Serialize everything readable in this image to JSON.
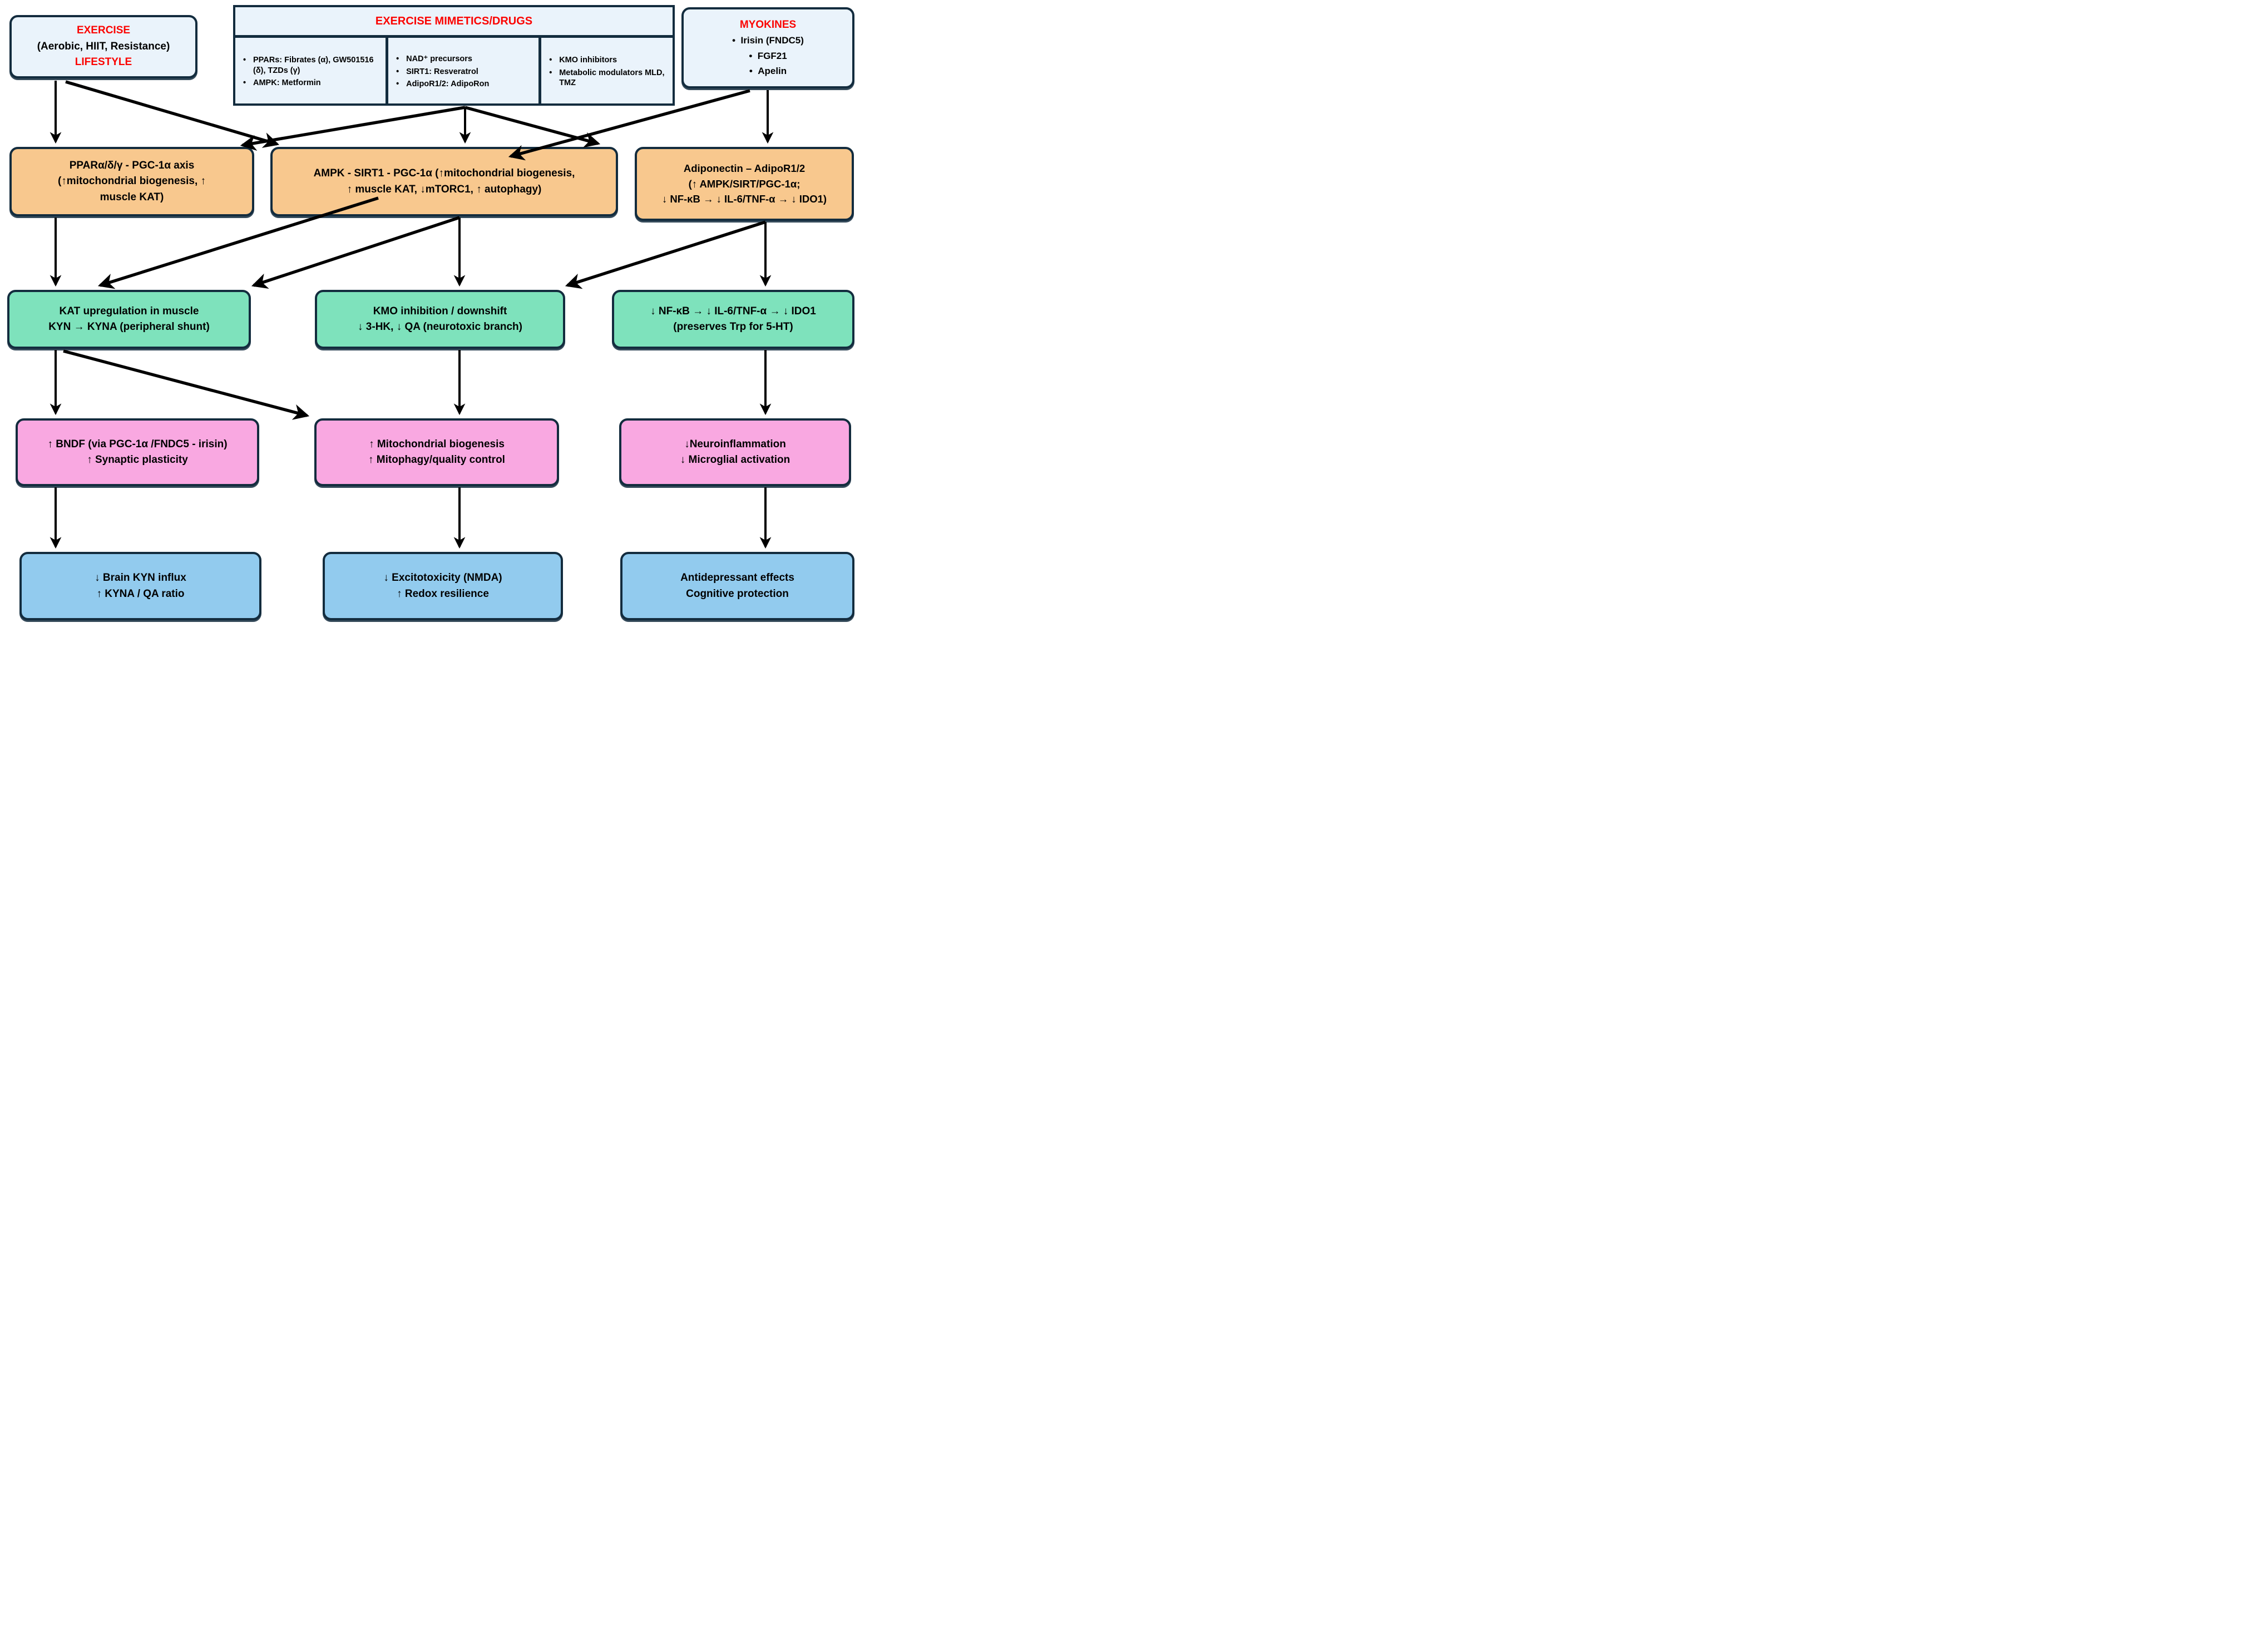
{
  "colors": {
    "border": "#132c3e",
    "light_blue_fill": "#eaf3fb",
    "orange_fill": "#f8c88e",
    "green_fill": "#7ee2bc",
    "pink_fill": "#f9a8e1",
    "blue_fill": "#92cbee",
    "accent_red_text": "#fb0300",
    "arrow_color": "#000000"
  },
  "top": {
    "exercise": {
      "line1": "EXERCISE",
      "line2": "(Aerobic, HIIT, Resistance)",
      "line3": "LIFESTYLE"
    },
    "mimetics": {
      "header": "EXERCISE MIMETICS/DRUGS",
      "col1": {
        "item1": "PPARs: Fibrates (α), GW501516 (δ), TZDs (γ)",
        "item2": "AMPK: Metformin"
      },
      "col2": {
        "item1": "NAD⁺ precursors",
        "item2": "SIRT1: Resveratrol",
        "item3": "AdipoR1/2: AdipoRon"
      },
      "col3": {
        "item1": "KMO inhibitors",
        "item2": "Metabolic modulators MLD, TMZ"
      }
    },
    "myokines": {
      "header": "MYOKINES",
      "item1": "Irisin (FNDC5)",
      "item2": "FGF21",
      "item3": "Apelin"
    }
  },
  "pathways": {
    "ppar": {
      "line1": "PPARα/δ/γ - PGC-1α axis",
      "line2": "(↑mitochondrial biogenesis, ↑",
      "line3": "muscle KAT)"
    },
    "ampk": {
      "line1": "AMPK - SIRT1 - PGC-1α (↑mitochondrial biogenesis,",
      "line2": "↑ muscle KAT, ↓mTORC1, ↑ autophagy)"
    },
    "adiponectin": {
      "line1": "Adiponectin – AdipoR1/2",
      "line2": "(↑ AMPK/SIRT/PGC-1α;",
      "line3": "↓ NF-κB → ↓ IL-6/TNF-α → ↓ IDO1)"
    }
  },
  "mechanisms": {
    "kat": {
      "line1": "KAT upregulation in muscle",
      "line2": "KYN → KYNA (peripheral shunt)"
    },
    "kmo": {
      "line1": "KMO inhibition / downshift",
      "line2": "↓ 3-HK, ↓ QA (neurotoxic branch)"
    },
    "nfkb": {
      "line1": "↓ NF-κB → ↓ IL-6/TNF-α → ↓ IDO1",
      "line2": "(preserves Trp for 5-HT)"
    }
  },
  "brain_effects": {
    "bndf": {
      "line1": "↑ BNDF (via PGC-1α /FNDC5 - irisin)",
      "line2": "↑ Synaptic plasticity"
    },
    "mito": {
      "line1": "↑ Mitochondrial biogenesis",
      "line2": "↑ Mitophagy/quality control"
    },
    "neuroinflammation": {
      "line1": "↓Neuroinflammation",
      "line2": "↓ Microglial activation"
    }
  },
  "outcomes": {
    "kyn_influx": {
      "line1": "↓ Brain KYN influx",
      "line2": "↑ KYNA / QA ratio"
    },
    "excitotoxicity": {
      "line1": "↓ Excitotoxicity (NMDA)",
      "line2": "↑ Redox resilience"
    },
    "antidepressant": {
      "line1": "Antidepressant effects",
      "line2": "Cognitive protection"
    }
  }
}
